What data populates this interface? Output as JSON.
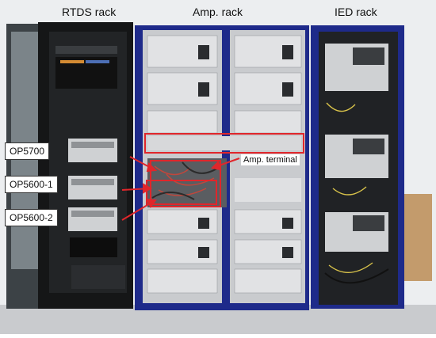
{
  "labels": {
    "rtds_rack": "RTDS rack",
    "amp_rack": "Amp. rack",
    "ied_rack": "IED rack",
    "op5700": "OP5700",
    "op5600_1": "OP5600-1",
    "op5600_2": "OP5600-2",
    "amp_terminal": "Amp. terminal"
  },
  "colors": {
    "highlight": "#e0262b",
    "rack_frame": "#1e2a8a",
    "rack_dark": "#1a1a1a",
    "module_face": "#d9dadc"
  }
}
